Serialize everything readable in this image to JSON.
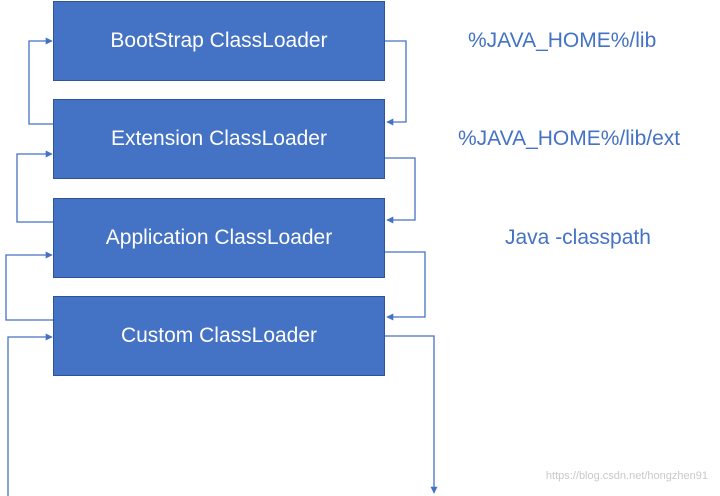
{
  "loaders": [
    {
      "name": "BootStrap ClassLoader",
      "path": "%JAVA_HOME%/lib"
    },
    {
      "name": "Extension ClassLoader",
      "path": "%JAVA_HOME%/lib/ext"
    },
    {
      "name": "Application ClassLoader",
      "path": "Java -classpath"
    },
    {
      "name": "Custom ClassLoader",
      "path": ""
    }
  ],
  "watermark": "https://blog.csdn.net/hongzhen91",
  "colors": {
    "box_fill": "#4472c4",
    "box_text": "#ffffff",
    "path_text": "#4472c4",
    "arrow": "#4472c4"
  }
}
